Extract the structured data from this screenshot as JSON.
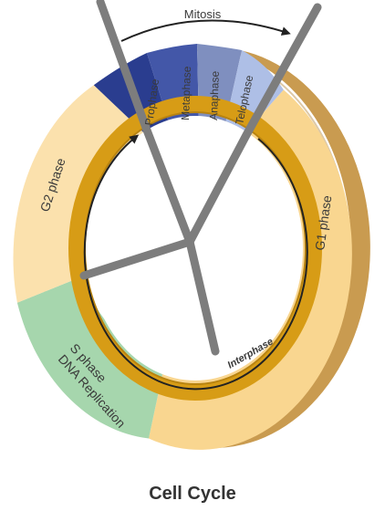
{
  "caption": "Cell Cycle",
  "labels": {
    "mitosis": "Mitosis",
    "prophase": "Prophase",
    "metaphase": "Metaphase",
    "anaphase": "Anaphase",
    "telophase": "Telophase",
    "g1": "G1 phase",
    "g2": "G2 phase",
    "s_phase": "S phase",
    "dna_replication": "DNA Replication",
    "interphase": "Interphase"
  },
  "colors": {
    "g1": "#f9d690",
    "g2": "#fbe1ad",
    "s_phase": "#a6d6ad",
    "prophase": "#2a3d8f",
    "metaphase": "#4357a8",
    "anaphase": "#7f8fbf",
    "telophase": "#aebfe6",
    "interphase_ring": "#d79c16",
    "spindle": "#7d7d7d"
  }
}
